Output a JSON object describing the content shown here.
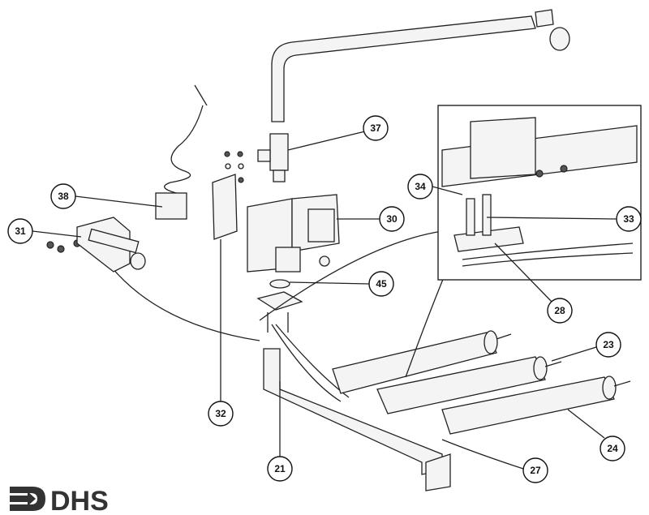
{
  "logo": {
    "text": "DHS"
  },
  "callouts": [
    "37",
    "38",
    "31",
    "30",
    "34",
    "33",
    "45",
    "28",
    "23",
    "32",
    "21",
    "24",
    "27"
  ]
}
